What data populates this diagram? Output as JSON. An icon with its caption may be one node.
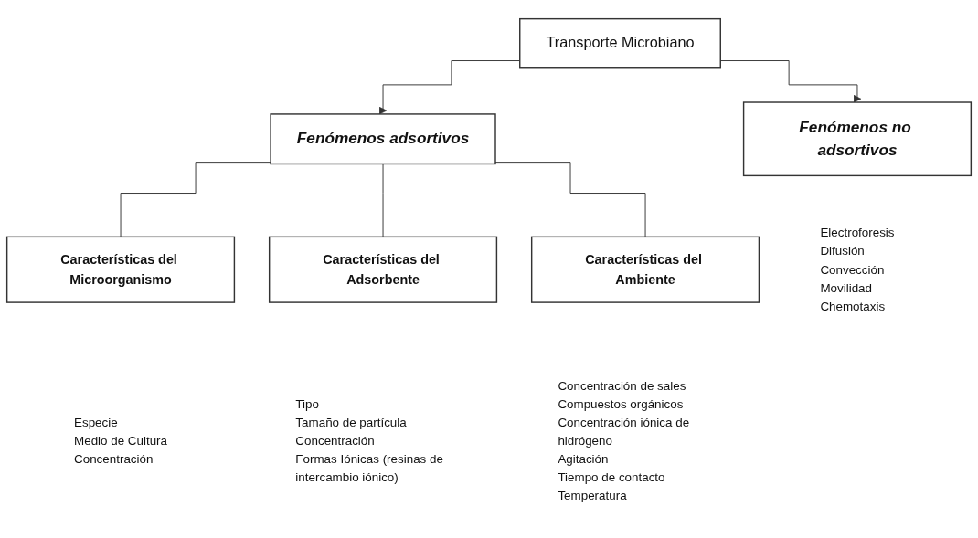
{
  "diagram": {
    "nodes": [
      {
        "text": [
          "Transporte Microbiano"
        ]
      },
      {
        "text": [
          "Fenómenos no adsortivos"
        ],
        "beside": [
          "Electroforesis",
          "Difusión",
          "Convección",
          "Movilidad",
          "Chemotaxis"
        ]
      },
      {
        "text": [
          "Fenómenos adsortivos"
        ]
      },
      {
        "text": [
          "Características del Microorganismo"
        ],
        "beside": [
          "Especie",
          "Medio de Cultura",
          "Concentración"
        ]
      },
      {
        "text": [
          "Características del Adsorbente"
        ],
        "beside": [
          "Tipo",
          "Tamaño de partícula",
          "Concentración",
          "Formas Iónicas (resinas de intercambio iónico)"
        ]
      },
      {
        "text": [
          "Características del Ambiente"
        ],
        "beside": [
          "Concentración de sales",
          "Compuestos orgánicos",
          "Concentración iónica de hidrógeno",
          "Agitación",
          "Tiempo de contacto",
          "Temperatura"
        ]
      }
    ],
    "edges": [
      {
        "from": 0,
        "to": 1,
        "arrow": "to"
      },
      {
        "from": 0,
        "to": 2,
        "arrow": "to"
      },
      {
        "from": 2,
        "to": 3,
        "arrow": "none"
      },
      {
        "from": 2,
        "to": 4,
        "arrow": "none"
      },
      {
        "from": 2,
        "to": 5,
        "arrow": "none"
      }
    ]
  }
}
